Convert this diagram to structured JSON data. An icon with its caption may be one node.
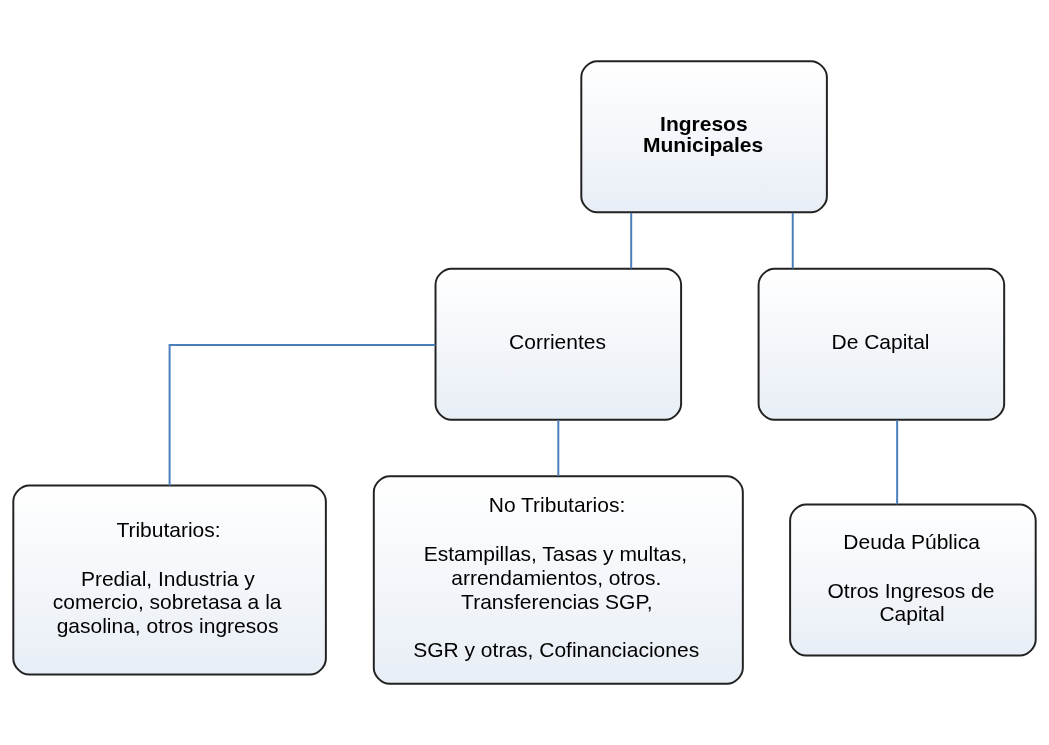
{
  "diagram": {
    "nodes": [
      {
        "text": [
          "Ingresos Municipales"
        ]
      },
      {
        "text": [
          "Corrientes"
        ]
      },
      {
        "text": [
          "De Capital"
        ]
      },
      {
        "text": [
          "Tributarios:",
          "Predial, Industria y comercio, sobretasa a la gasolina, otros ingresos"
        ]
      },
      {
        "text": [
          "No Tributarios:",
          "Estampillas, Tasas y multas, arrendamientos, otros. Transferencias SGP,",
          "SGR y otras, Cofinanciaciones"
        ]
      },
      {
        "text": [
          "Deuda Pública",
          "Otros Ingresos de Capital"
        ]
      }
    ],
    "edges": [
      {
        "from": 0,
        "to": 1,
        "arrow": "none"
      },
      {
        "from": 0,
        "to": 2,
        "arrow": "none"
      },
      {
        "from": 1,
        "to": 3,
        "arrow": "none"
      },
      {
        "from": 1,
        "to": 4,
        "arrow": "none"
      },
      {
        "from": 2,
        "to": 5,
        "arrow": "none"
      }
    ]
  }
}
